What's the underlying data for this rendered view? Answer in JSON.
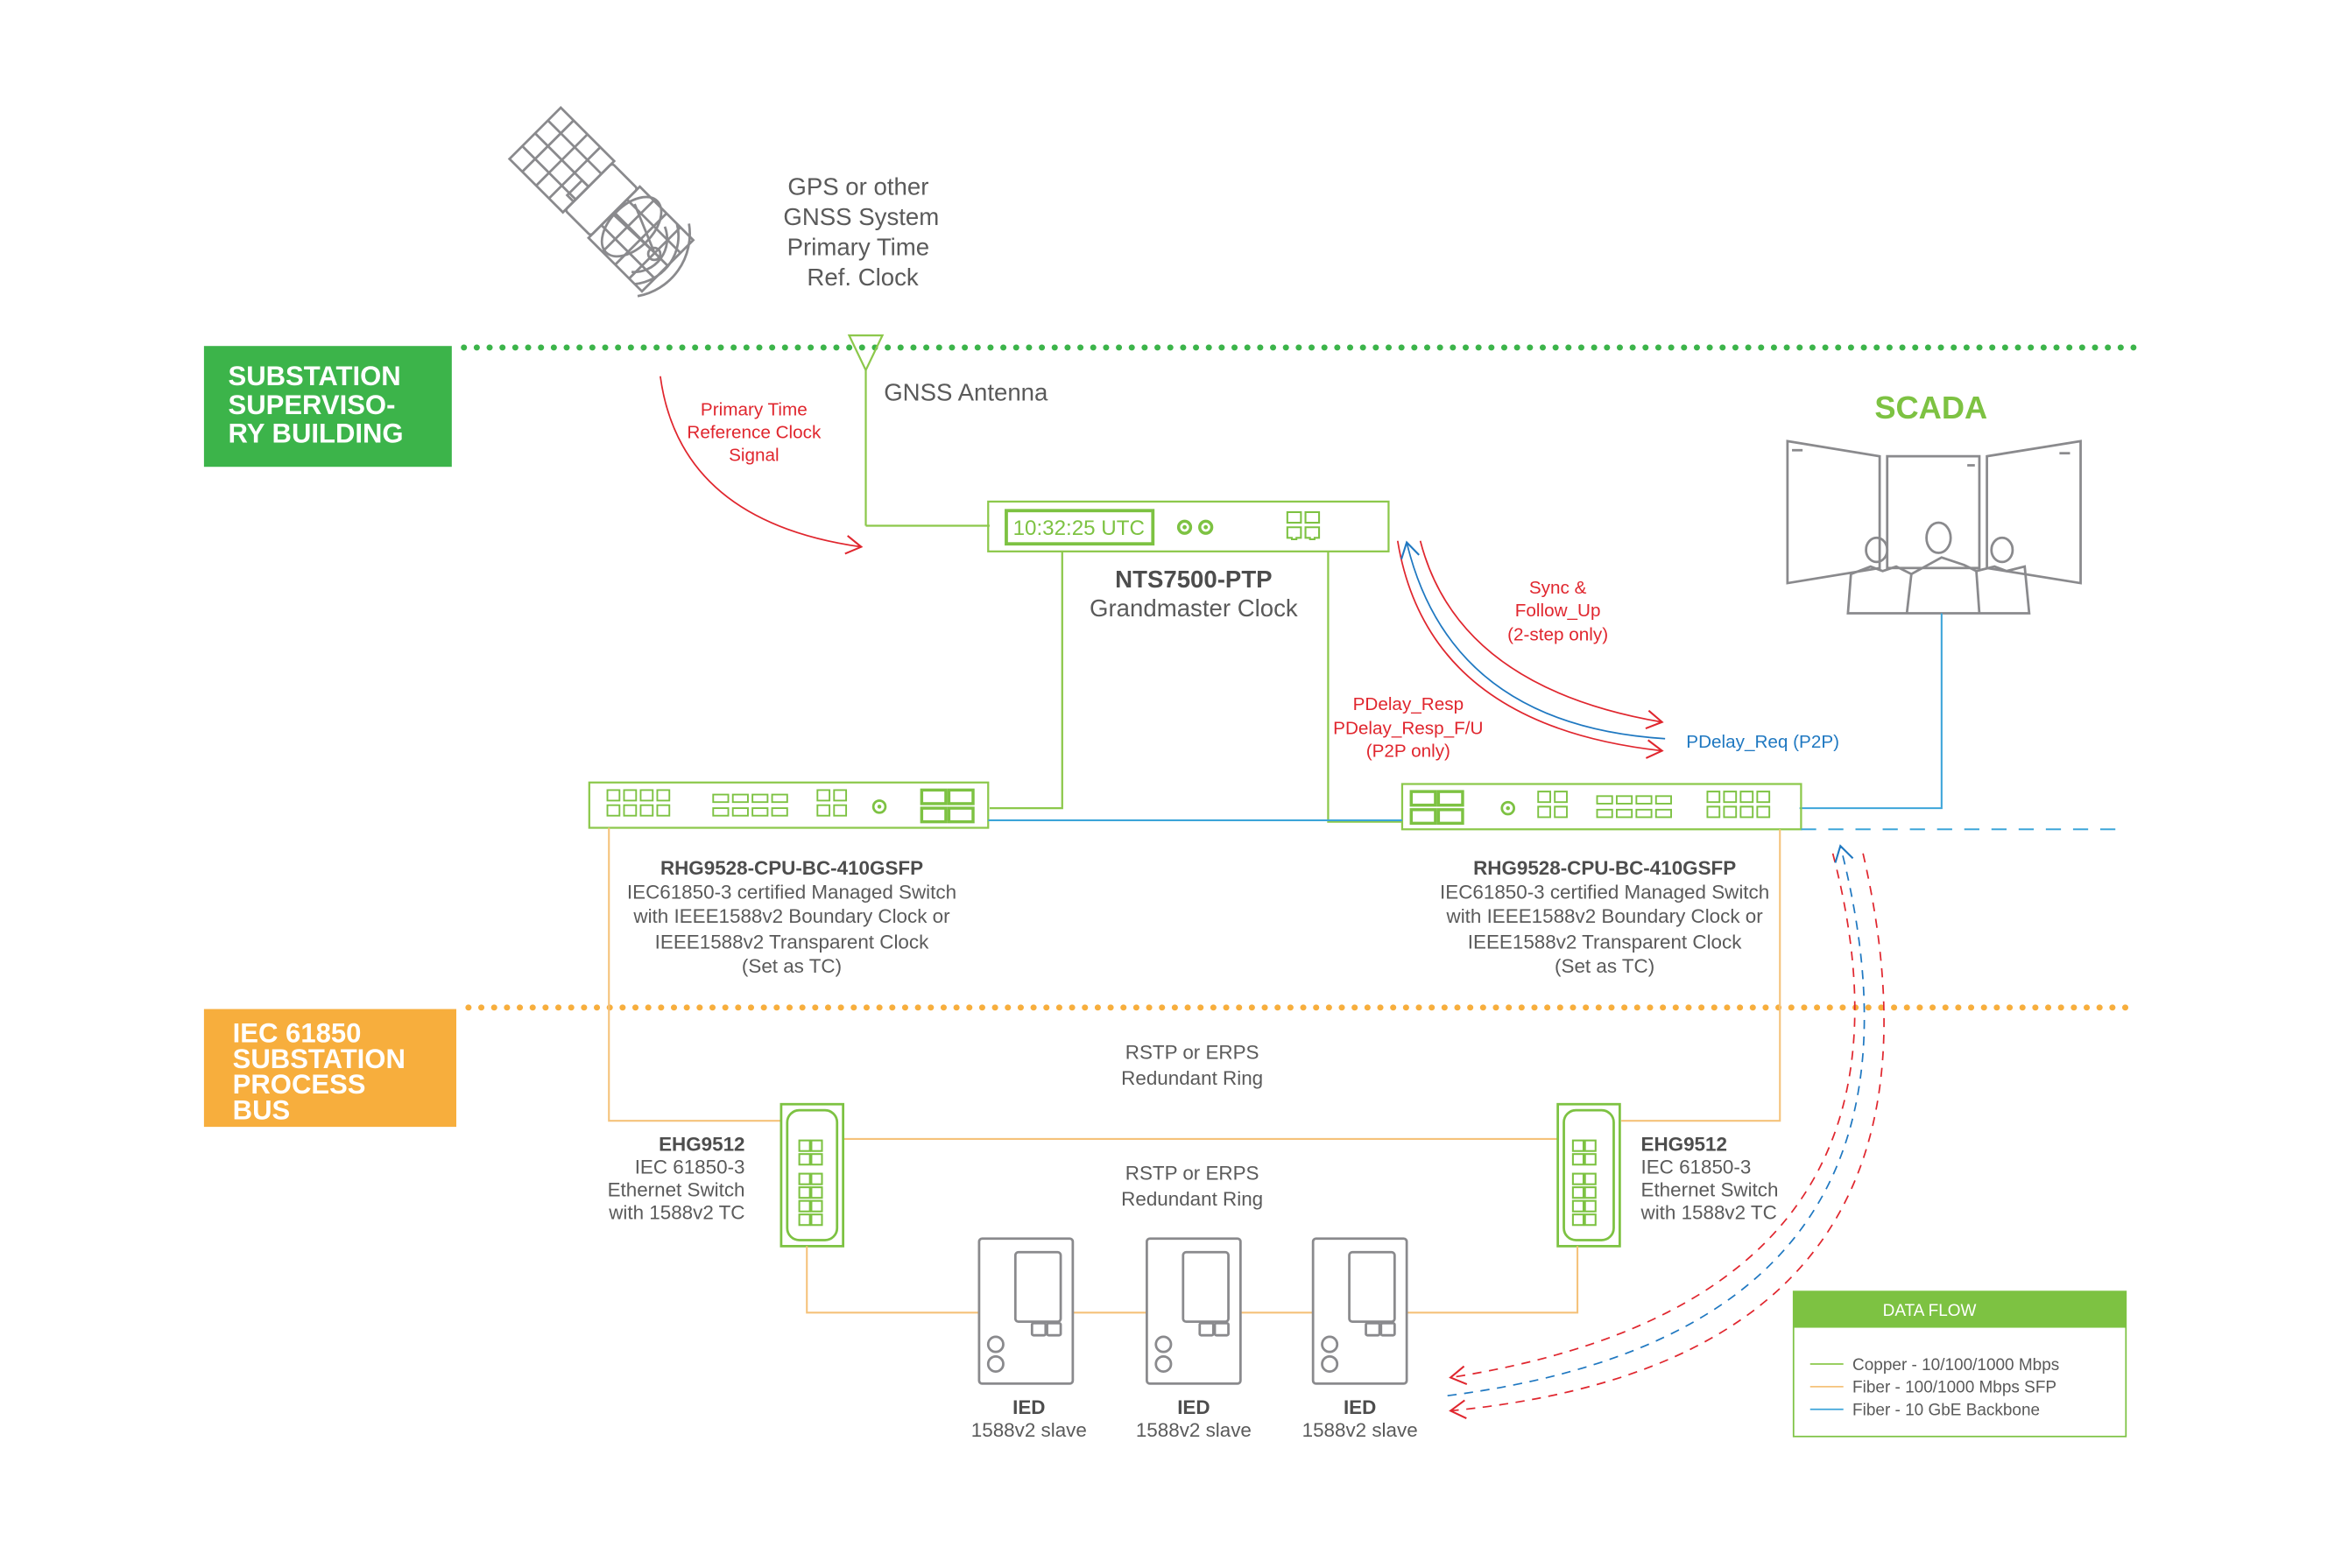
{
  "colors": {
    "supervisory_zone": "#3cb44a",
    "process_bus_zone": "#f7ae3d",
    "copper_green": "#8cc84b",
    "fiber_orange": "#f5c27a",
    "backbone_blue": "#3da5d9",
    "signal_red": "#e0262e",
    "pdelay_blue": "#1f78c1",
    "scada_green": "#7dc242",
    "icon_gray": "#8a8a8d"
  },
  "gnss": {
    "label_lines": [
      "GPS or other",
      "GNSS System",
      "Primary Time",
      "Ref. Clock"
    ],
    "icon": "satellite-icon",
    "antenna_label": "GNSS Antenna",
    "signal_label_lines": [
      "Primary Time",
      "Reference Clock",
      "Signal"
    ]
  },
  "zones": {
    "supervisory": {
      "lines": [
        "SUBSTATION",
        "SUPERVISO-",
        "RY BUILDING"
      ]
    },
    "process_bus": {
      "lines": [
        "IEC 61850",
        "SUBSTATION",
        "PROCESS",
        "BUS"
      ]
    }
  },
  "grandmaster": {
    "display_time": "10:32:25 UTC",
    "model": "NTS7500-PTP",
    "description": "Grandmaster Clock"
  },
  "ptp_messages": {
    "sync_lines": [
      "Sync &",
      "Follow_Up",
      "(2-step only)"
    ],
    "pdelay_resp_lines": [
      "PDelay_Resp",
      "PDelay_Resp_F/U",
      "(P2P only)"
    ],
    "pdelay_req": "PDelay_Req (P2P)"
  },
  "scada": {
    "label": "SCADA",
    "icon": "control-room-icon"
  },
  "core_switches": [
    {
      "model": "RHG9528-CPU-BC-410GSFP",
      "description_lines": [
        "IEC61850-3 certified Managed Switch",
        "with IEEE1588v2 Boundary Clock or",
        "IEEE1588v2 Transparent Clock",
        "(Set as TC)"
      ]
    },
    {
      "model": "RHG9528-CPU-BC-410GSFP",
      "description_lines": [
        "IEC61850-3 certified Managed Switch",
        "with IEEE1588v2 Boundary Clock or",
        "IEEE1588v2 Transparent Clock",
        "(Set as TC)"
      ]
    }
  ],
  "rings": {
    "upper": [
      "RSTP or ERPS",
      "Redundant Ring"
    ],
    "lower": [
      "RSTP or ERPS",
      "Redundant Ring"
    ]
  },
  "edge_switches": [
    {
      "model": "EHG9512",
      "description_lines": [
        "IEC 61850-3",
        "Ethernet Switch",
        "with 1588v2 TC"
      ]
    },
    {
      "model": "EHG9512",
      "description_lines": [
        "IEC 61850-3",
        "Ethernet Switch",
        "with 1588v2 TC"
      ]
    }
  ],
  "ieds": [
    {
      "name": "IED",
      "role": "1588v2 slave"
    },
    {
      "name": "IED",
      "role": "1588v2 slave"
    },
    {
      "name": "IED",
      "role": "1588v2 slave"
    }
  ],
  "legend": {
    "title": "DATA FLOW",
    "items": [
      {
        "label": "Copper - 10/100/1000 Mbps",
        "color": "#8cc84b"
      },
      {
        "label": "Fiber - 100/1000 Mbps SFP",
        "color": "#f5c27a"
      },
      {
        "label": "Fiber - 10 GbE Backbone",
        "color": "#3da5d9"
      }
    ]
  }
}
